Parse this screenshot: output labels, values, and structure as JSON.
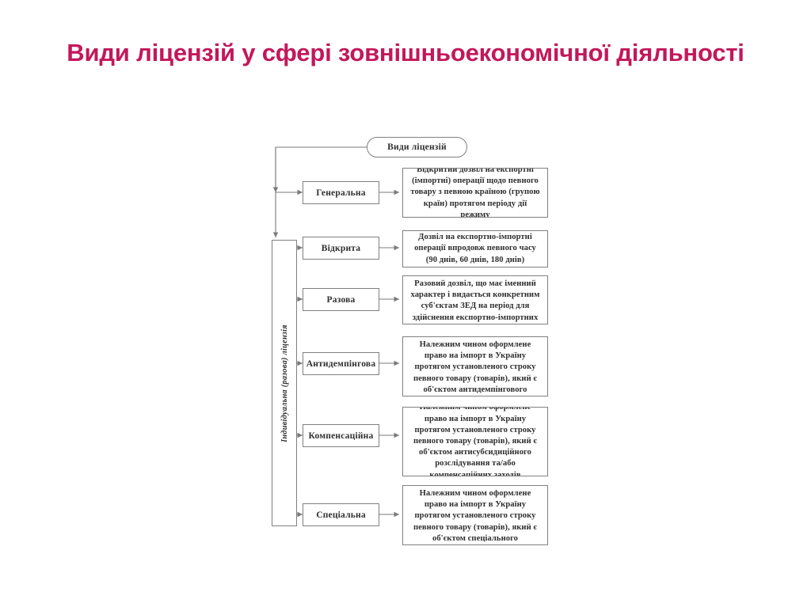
{
  "slide": {
    "title": "Види ліцензій у сфері зовнішньоекономічної діяльності",
    "title_color": "#c2185b",
    "background_color": "#ffffff"
  },
  "diagram": {
    "type": "hierarchy-flowchart",
    "line_color": "#808080",
    "root": {
      "label": "Види ліцензій"
    },
    "spine": {
      "label": "Індивідуальна (разова) ліцензія"
    },
    "rows": [
      {
        "type_label": "Генеральна",
        "description": "Відкритий дозвіл на експортні (імпортні) операції щодо певного товару з певною країною (групою країн) протягом періоду дії режиму",
        "clipped": false,
        "branch": "root"
      },
      {
        "type_label": "Відкрита",
        "description": "Дозвіл на експортно-імпортні операції впродовж певного часу (90 днів, 60 днів, 180 днів)",
        "clipped": false,
        "branch": "spine"
      },
      {
        "type_label": "Разова",
        "description": "Разовий дозвіл, що має іменний характер і видається конкретним суб'єктам ЗЕД на період для здійснення експортно-імпортних операцій",
        "clipped": true,
        "branch": "spine"
      },
      {
        "type_label": "Антидемпінгова",
        "description": "Належним чином оформлене право на імпорт в Україну протягом установленого строку певного товару (товарів), який є об'єктом антидемпінгового розслідування та/або антидемпінгових заходів",
        "clipped": true,
        "branch": "spine"
      },
      {
        "type_label": "Компенсаційна",
        "description": "Належним чином оформлене право на імпорт в Україну протягом установленого строку певного товару (товарів), який є об'єктом антисубсидиційного розслідування та/або компенсаційних заходів",
        "clipped": false,
        "branch": "spine"
      },
      {
        "type_label": "Спеціальна",
        "description": "Належним чином оформлене право на імпорт в Україну протягом установленого строку певного товару (товарів), який є об'єктом спеціального розслідування та/або спеціальних заходів",
        "clipped": true,
        "branch": "spine"
      }
    ]
  }
}
